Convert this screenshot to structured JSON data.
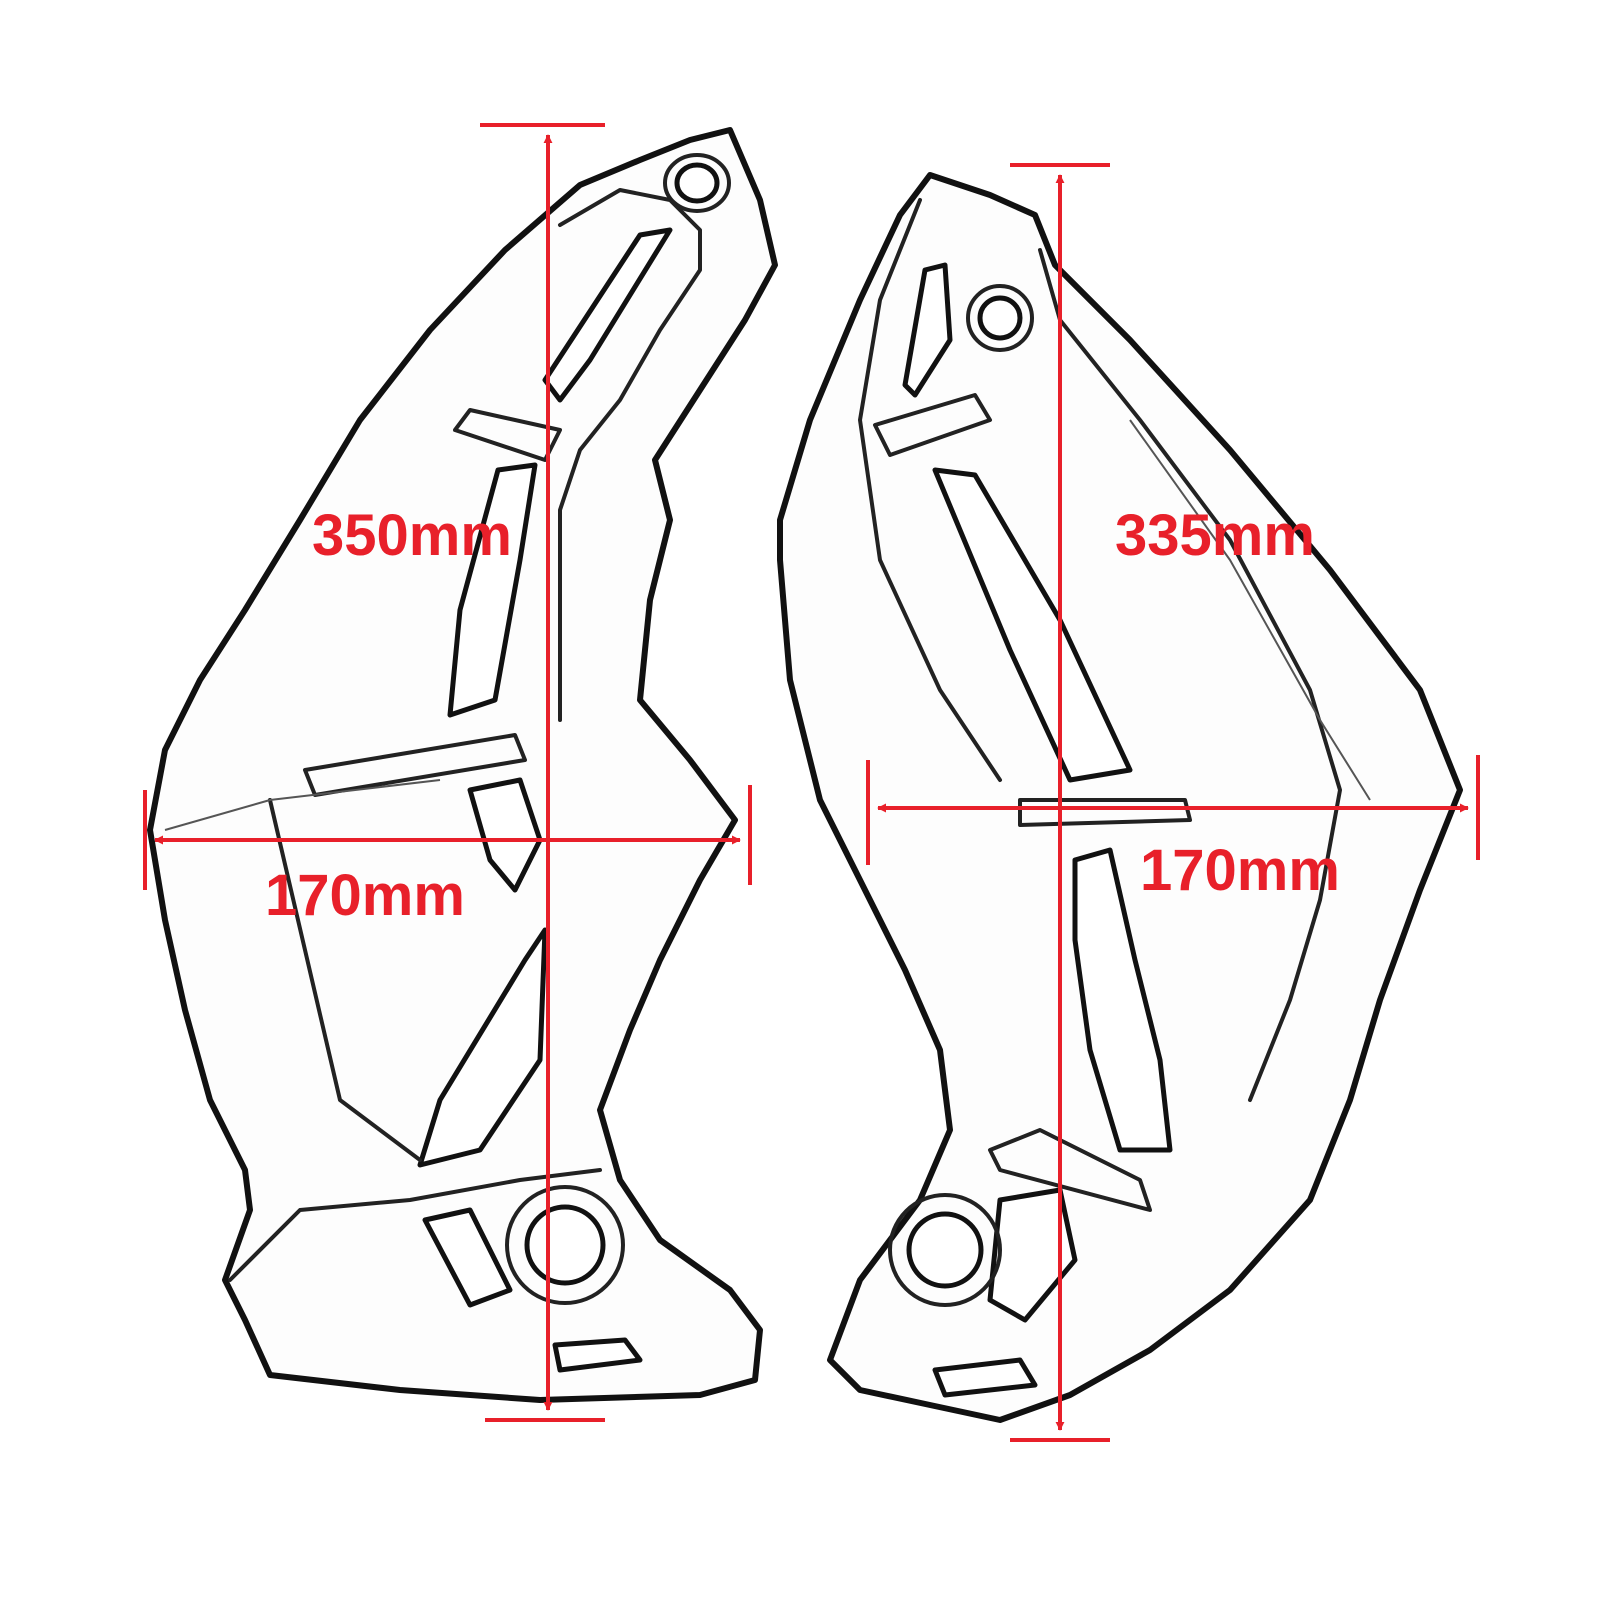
{
  "colors": {
    "dimension": "#e8202a",
    "outline": "#111111",
    "background": "#ffffff"
  },
  "left_part": {
    "height_label": "350mm",
    "width_label": "170mm"
  },
  "right_part": {
    "height_label": "335mm",
    "width_label": "170mm"
  }
}
